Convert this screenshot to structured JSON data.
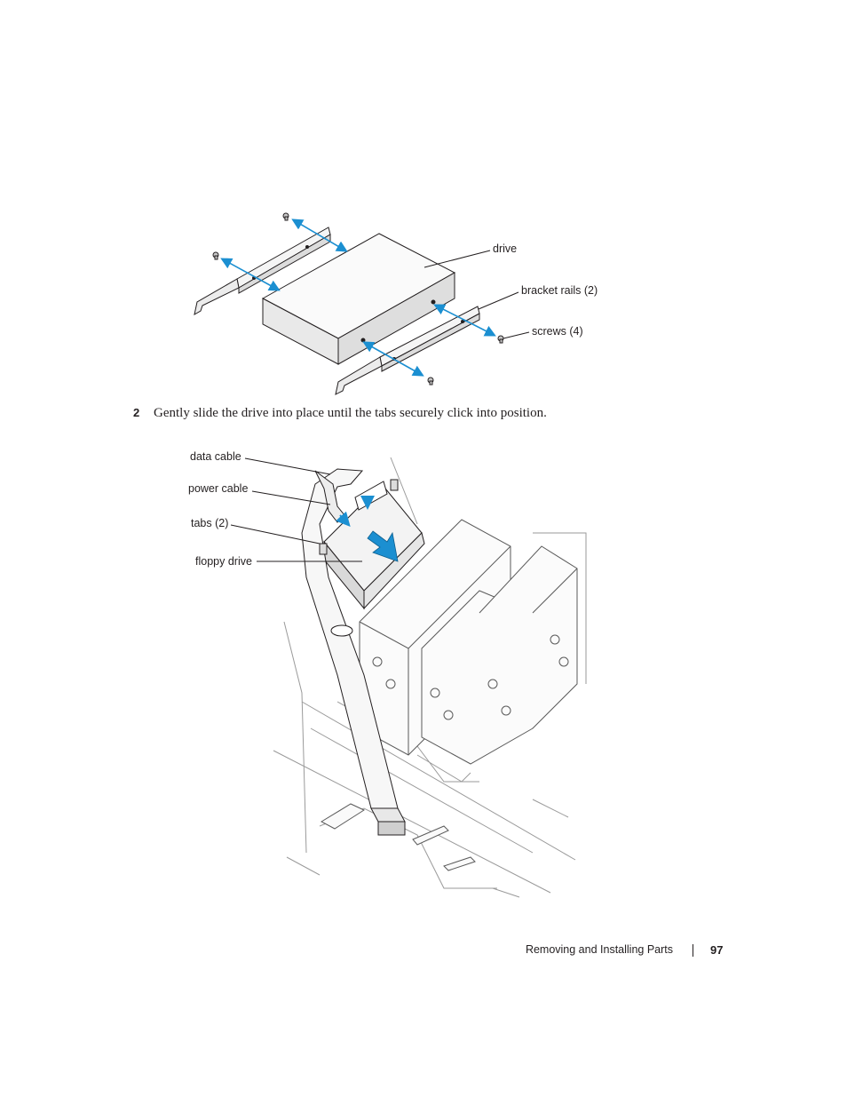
{
  "figure1": {
    "labels": {
      "drive": "drive",
      "bracket_rails": "bracket rails (2)",
      "screws": "screws (4)"
    }
  },
  "step": {
    "number": "2",
    "text": "Gently slide the drive into place until the tabs securely click into position."
  },
  "figure2": {
    "labels": {
      "data_cable": "data cable",
      "power_cable": "power cable",
      "tabs": "tabs (2)",
      "floppy_drive": "floppy drive"
    }
  },
  "footer": {
    "section_title": "Removing and Installing Parts",
    "page_number": "97"
  },
  "colors": {
    "arrow_blue": "#1b8fd1",
    "line": "#231f20",
    "drive_fill": "#f2f2f2"
  }
}
